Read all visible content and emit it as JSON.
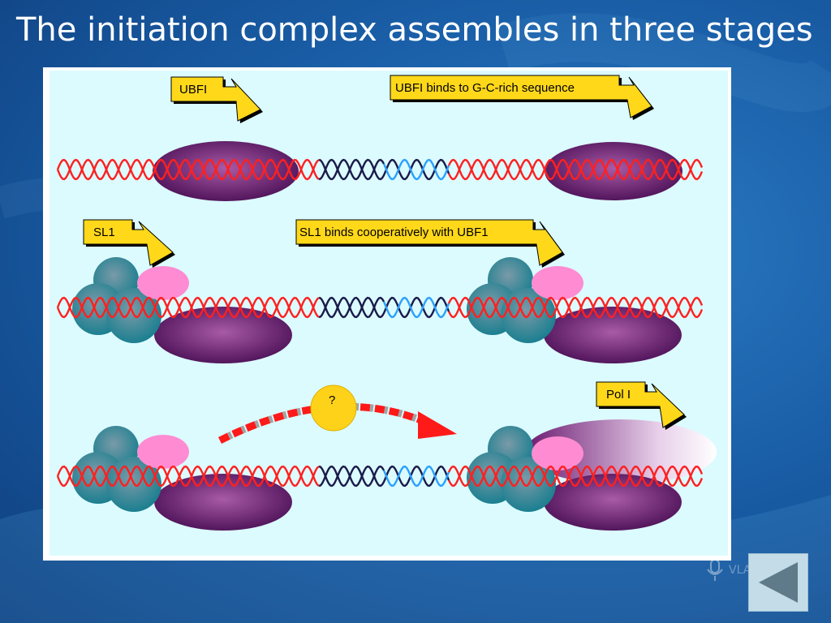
{
  "slide": {
    "title": "The initiation complex assembles in three stages"
  },
  "diagram": {
    "labels": {
      "ubf1_tag": "UBFI",
      "ubf1_binds": "UBFI binds to G-C-rich sequence",
      "sl1_tag": "SL1",
      "sl1_binds": "SL1 binds cooperatively with UBF1",
      "pol1_tag": "Pol I",
      "unknown_step": "?"
    },
    "colors": {
      "dna_strand": "#ff2020",
      "dna_core_dark": "#1a1a4a",
      "dna_core_blue": "#2aa0ff",
      "ubf1": "#5a1a5e",
      "sl1_protein": "#1f8a9a",
      "sl1_cap": "#ff8cd2",
      "pol1": "#7a2a7e",
      "arrow_red": "#ff1a1a",
      "question_ball": "#ffd21a",
      "callout_fill": "#ffd81a",
      "panel_bg": "#dcfbff"
    }
  },
  "watermark": {
    "text": "VLADIMIR ID"
  },
  "navigation": {
    "back_icon": "left-triangle-icon"
  }
}
